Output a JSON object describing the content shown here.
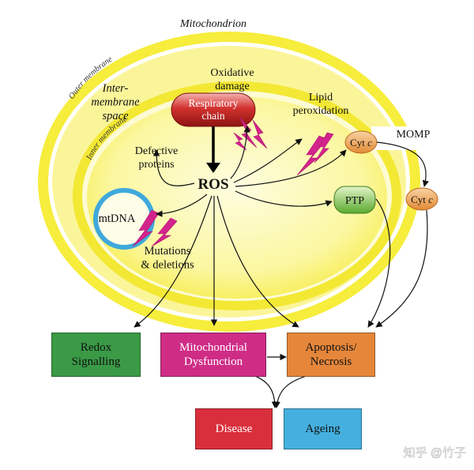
{
  "diagram": {
    "title": "Mitochondrion",
    "membranes": {
      "outer": "Outer membrane",
      "inter_space": "Inter-\nmembrane\nspace",
      "inner": "Inner membrane"
    },
    "labels": {
      "oxidative_damage": "Oxidative\ndamage",
      "respiratory_chain": "Respiratory\nchain",
      "lipid_peroxidation": "Lipid\nperoxidation",
      "defective_proteins": "Defective\nproteins",
      "ros": "ROS",
      "mtdna": "mtDNA",
      "mutations_deletions": "Mutations\n& deletions",
      "cytc_inner": "Cyt c",
      "cytc_outer": "Cyt c",
      "momp": "MOMP",
      "ptp": "PTP"
    },
    "outcomes": {
      "redox": "Redox\nSignalling",
      "mito_dysfunction": "Mitochondrial\nDysfunction",
      "apoptosis": "Apoptosis/\nNecrosis",
      "disease": "Disease",
      "ageing": "Ageing"
    },
    "colors": {
      "redox": "#3a9a46",
      "mito_dysfunction": "#cf2c86",
      "apoptosis": "#e5863a",
      "disease": "#d92f3c",
      "ageing": "#45b0df",
      "membrane_yellow": "#f5eb2d",
      "matrix_yellow": "#fbf68c",
      "mtdna_ring": "#3fa9dc",
      "lightning": "#d2248c"
    }
  },
  "watermark": "知乎 @竹子"
}
